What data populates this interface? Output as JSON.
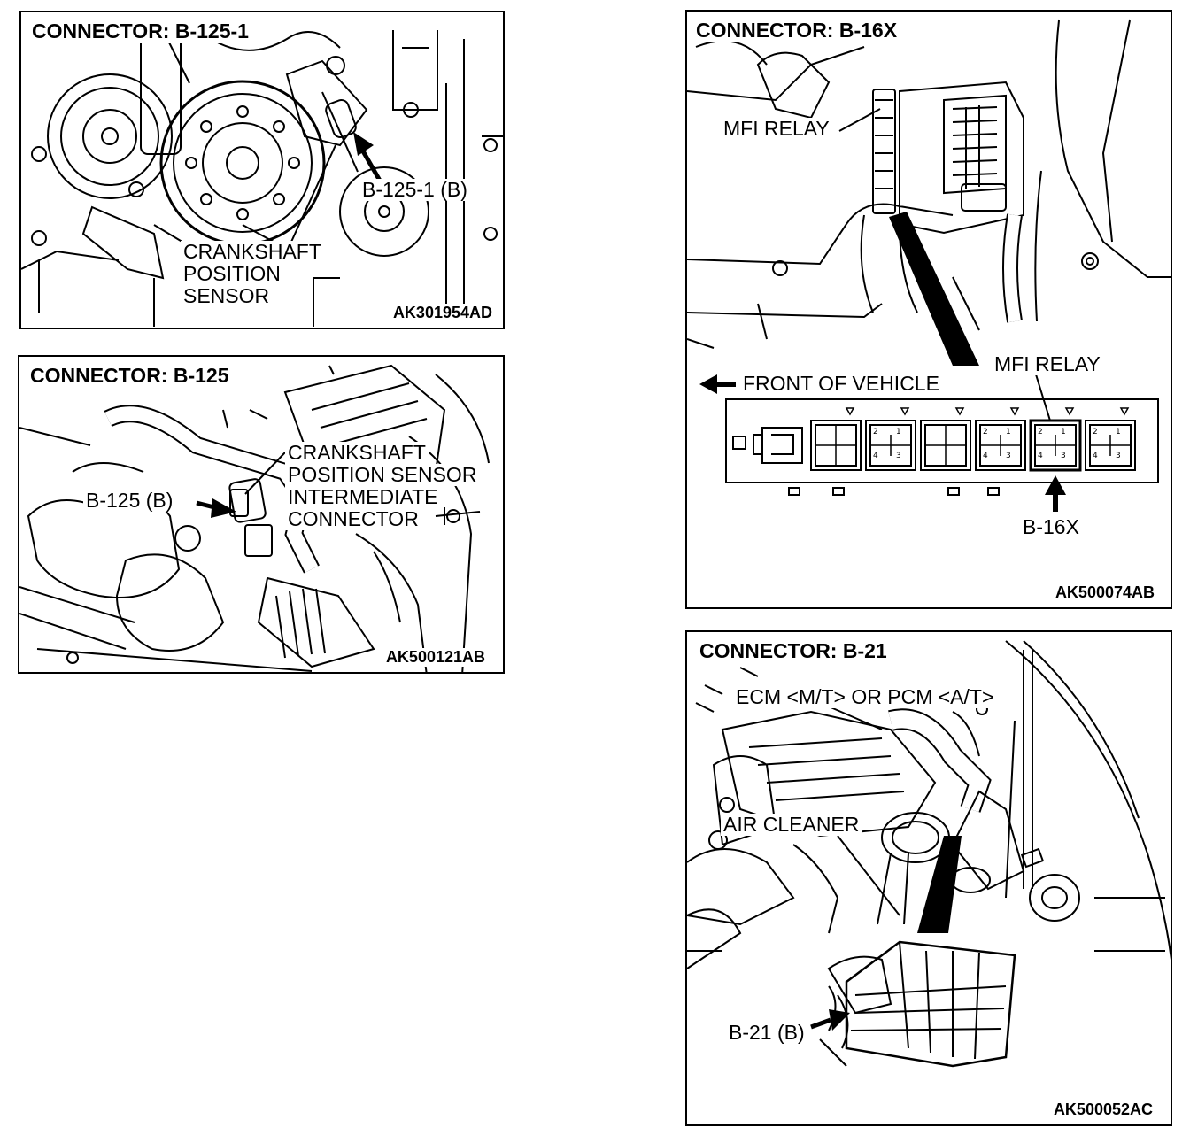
{
  "panels": {
    "p1": {
      "heading": "CONNECTOR: B-125-1",
      "callout": "B-125-1 (B)",
      "sensor_lines": [
        "CRANKSHAFT",
        "POSITION",
        "SENSOR"
      ],
      "figure_code": "AK301954AD"
    },
    "p2": {
      "heading": "CONNECTOR: B-125",
      "callout": "B-125 (B)",
      "label_lines": [
        "CRANKSHAFT",
        "POSITION SENSOR",
        "INTERMEDIATE",
        "CONNECTOR"
      ],
      "figure_code": "AK500121AB"
    },
    "p3": {
      "heading": "CONNECTOR: B-16X",
      "relay_label_top": "MFI RELAY",
      "relay_label_detail": "MFI RELAY",
      "front_label": "FRONT OF VEHICLE",
      "callout": "B-16X",
      "pin_numbers": [
        "2",
        "1",
        "4",
        "3"
      ],
      "figure_code": "AK500074AB"
    },
    "p4": {
      "heading": "CONNECTOR: B-21",
      "ecm_label": "ECM <M/T> OR PCM <A/T>",
      "air_cleaner_label": "AIR CLEANER",
      "callout": "B-21 (B)",
      "figure_code": "AK500052AC"
    }
  }
}
